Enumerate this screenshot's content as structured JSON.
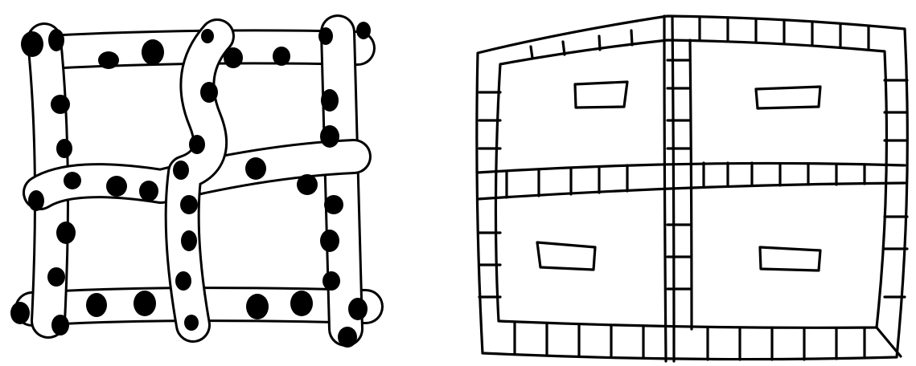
{
  "figure": {
    "panels": [
      {
        "id": "left",
        "name": "spotted-knot-grid",
        "description_visible_text": ""
      },
      {
        "id": "right",
        "name": "tiled-grid-with-rectangles",
        "description_visible_text": ""
      }
    ],
    "colors": {
      "ink": "#000000",
      "paper": "#ffffff"
    }
  }
}
